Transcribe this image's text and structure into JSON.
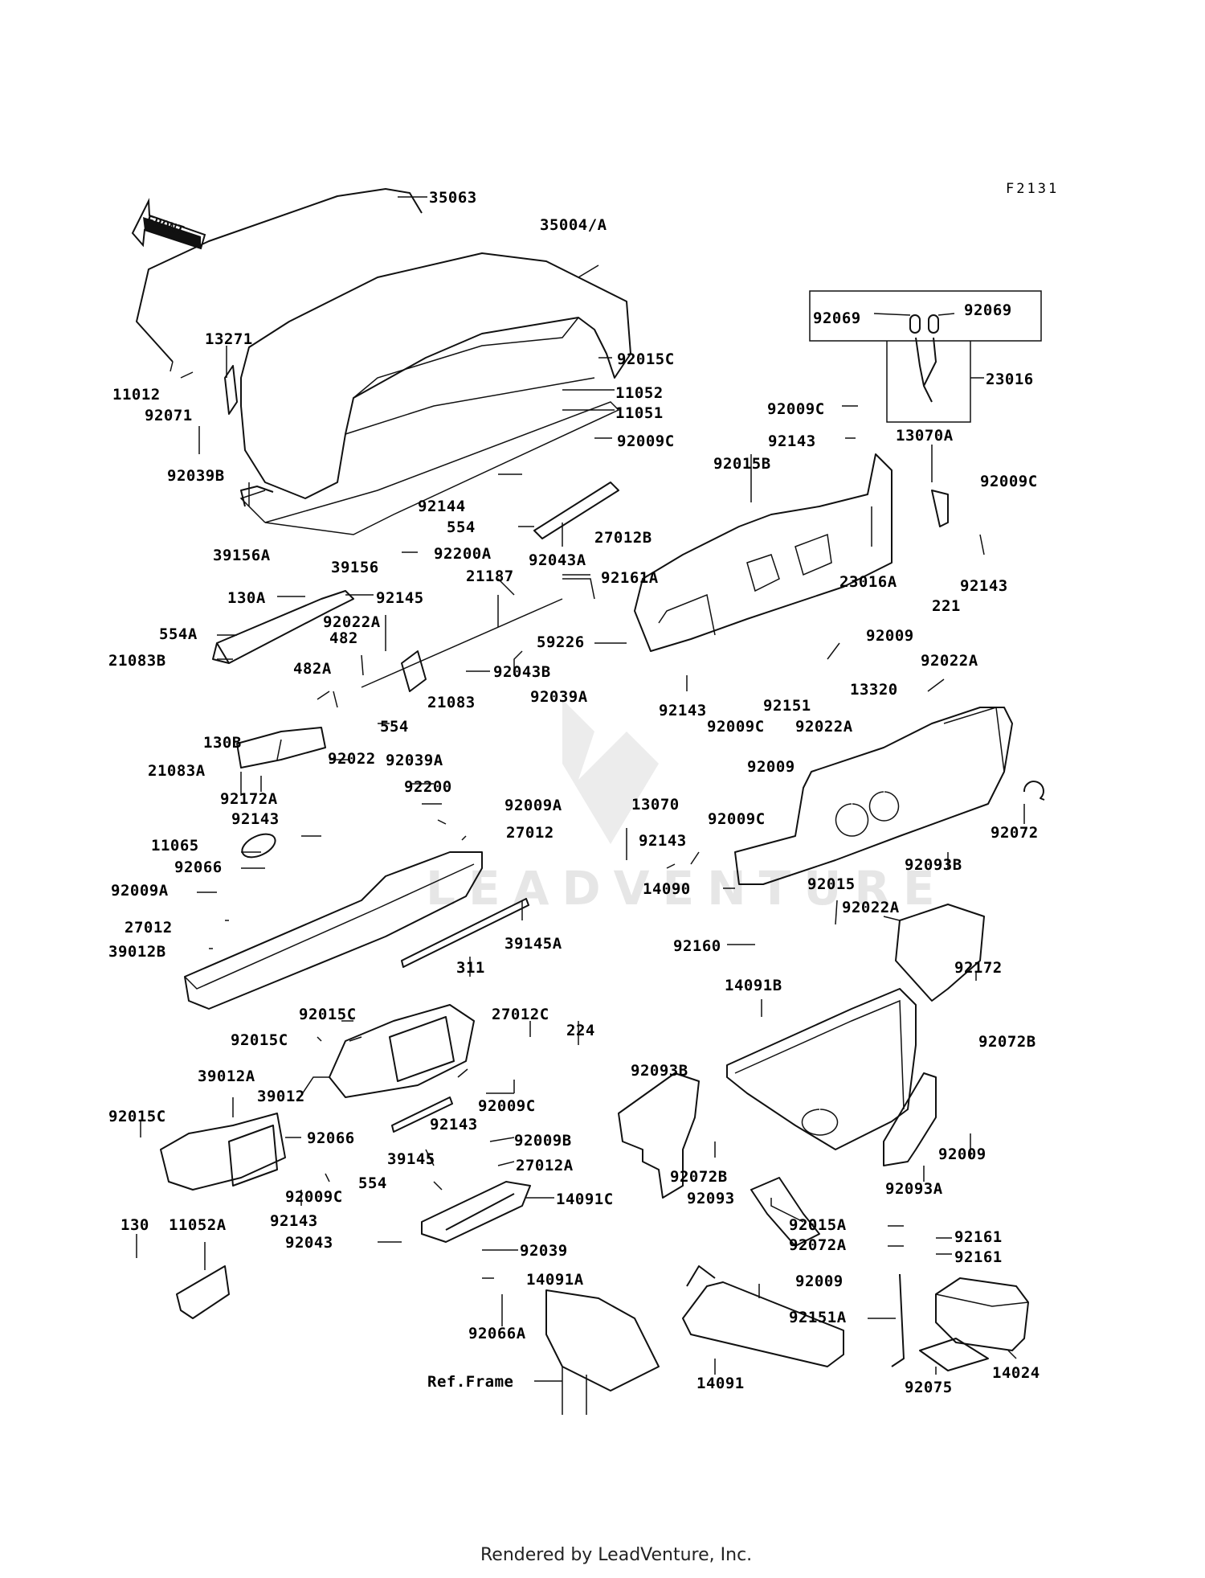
{
  "diagram_code": "F2131",
  "front_arrow_label": "FRONT",
  "watermark": "LEADVENTURE",
  "footer": "Rendered by LeadVenture, Inc.",
  "callouts": [
    {
      "id": "35063",
      "label": "35063"
    },
    {
      "id": "35004A",
      "label": "35004/A"
    },
    {
      "id": "13271",
      "label": "13271"
    },
    {
      "id": "11012",
      "label": "11012"
    },
    {
      "id": "92071",
      "label": "92071"
    },
    {
      "id": "92039B",
      "label": "92039B"
    },
    {
      "id": "92015C-top",
      "label": "92015C"
    },
    {
      "id": "11052",
      "label": "11052"
    },
    {
      "id": "11051",
      "label": "11051"
    },
    {
      "id": "92009C-a",
      "label": "92009C"
    },
    {
      "id": "92009C-b",
      "label": "92009C"
    },
    {
      "id": "92069-l",
      "label": "92069"
    },
    {
      "id": "92069-r",
      "label": "92069"
    },
    {
      "id": "23016",
      "label": "23016"
    },
    {
      "id": "92143-a",
      "label": "92143"
    },
    {
      "id": "13070A",
      "label": "13070A"
    },
    {
      "id": "92015B",
      "label": "92015B"
    },
    {
      "id": "92009C-c",
      "label": "92009C"
    },
    {
      "id": "92144",
      "label": "92144"
    },
    {
      "id": "554-a",
      "label": "554"
    },
    {
      "id": "27012B",
      "label": "27012B"
    },
    {
      "id": "39156A",
      "label": "39156A"
    },
    {
      "id": "92200A",
      "label": "92200A"
    },
    {
      "id": "92043A",
      "label": "92043A"
    },
    {
      "id": "39156",
      "label": "39156"
    },
    {
      "id": "21187",
      "label": "21187"
    },
    {
      "id": "92161A",
      "label": "92161A"
    },
    {
      "id": "23016A",
      "label": "23016A"
    },
    {
      "id": "221",
      "label": "221"
    },
    {
      "id": "92143-b",
      "label": "92143"
    },
    {
      "id": "130A",
      "label": "130A"
    },
    {
      "id": "92145",
      "label": "92145"
    },
    {
      "id": "554A",
      "label": "554A"
    },
    {
      "id": "92022A-a",
      "label": "92022A"
    },
    {
      "id": "21083B",
      "label": "21083B"
    },
    {
      "id": "482",
      "label": "482"
    },
    {
      "id": "59226",
      "label": "59226"
    },
    {
      "id": "92009-a",
      "label": "92009"
    },
    {
      "id": "92022A-b",
      "label": "92022A"
    },
    {
      "id": "92043B",
      "label": "92043B"
    },
    {
      "id": "482A",
      "label": "482A"
    },
    {
      "id": "21083",
      "label": "21083"
    },
    {
      "id": "92039A-a",
      "label": "92039A"
    },
    {
      "id": "92143-c",
      "label": "92143"
    },
    {
      "id": "92151",
      "label": "92151"
    },
    {
      "id": "13320",
      "label": "13320"
    },
    {
      "id": "554-b",
      "label": "554"
    },
    {
      "id": "92009C-d",
      "label": "92009C"
    },
    {
      "id": "92022A-c",
      "label": "92022A"
    },
    {
      "id": "130B",
      "label": "130B"
    },
    {
      "id": "92022",
      "label": "92022"
    },
    {
      "id": "92039A-b",
      "label": "92039A"
    },
    {
      "id": "21083A",
      "label": "21083A"
    },
    {
      "id": "92009-b",
      "label": "92009"
    },
    {
      "id": "92200",
      "label": "92200"
    },
    {
      "id": "13070",
      "label": "13070"
    },
    {
      "id": "92009C-e",
      "label": "92009C"
    },
    {
      "id": "92072",
      "label": "92072"
    },
    {
      "id": "92172A",
      "label": "92172A"
    },
    {
      "id": "92009A-a",
      "label": "92009A"
    },
    {
      "id": "92143-d",
      "label": "92143"
    },
    {
      "id": "27012-a",
      "label": "27012"
    },
    {
      "id": "92143-e",
      "label": "92143"
    },
    {
      "id": "11065",
      "label": "11065"
    },
    {
      "id": "92066-a",
      "label": "92066"
    },
    {
      "id": "14090",
      "label": "14090"
    },
    {
      "id": "92015",
      "label": "92015"
    },
    {
      "id": "92093B-a",
      "label": "92093B"
    },
    {
      "id": "92009A-b",
      "label": "92009A"
    },
    {
      "id": "92022A-d",
      "label": "92022A"
    },
    {
      "id": "27012-b",
      "label": "27012"
    },
    {
      "id": "39012B",
      "label": "39012B"
    },
    {
      "id": "39145A",
      "label": "39145A"
    },
    {
      "id": "92160",
      "label": "92160"
    },
    {
      "id": "92172",
      "label": "92172"
    },
    {
      "id": "311",
      "label": "311"
    },
    {
      "id": "27012C",
      "label": "27012C"
    },
    {
      "id": "14091B",
      "label": "14091B"
    },
    {
      "id": "92015C-b",
      "label": "92015C"
    },
    {
      "id": "224",
      "label": "224"
    },
    {
      "id": "92072B-a",
      "label": "92072B"
    },
    {
      "id": "92015C-c",
      "label": "92015C"
    },
    {
      "id": "92093B-b",
      "label": "92093B"
    },
    {
      "id": "39012A",
      "label": "39012A"
    },
    {
      "id": "39012",
      "label": "39012"
    },
    {
      "id": "92015C-d",
      "label": "92015C"
    },
    {
      "id": "92143-f",
      "label": "92143"
    },
    {
      "id": "92009C-f",
      "label": "92009C"
    },
    {
      "id": "92009-c",
      "label": "92009"
    },
    {
      "id": "92066-b",
      "label": "92066"
    },
    {
      "id": "39145",
      "label": "39145"
    },
    {
      "id": "92009B",
      "label": "92009B"
    },
    {
      "id": "27012A",
      "label": "27012A"
    },
    {
      "id": "92072B-b",
      "label": "92072B"
    },
    {
      "id": "92093A",
      "label": "92093A"
    },
    {
      "id": "554-c",
      "label": "554"
    },
    {
      "id": "92009C-g",
      "label": "92009C"
    },
    {
      "id": "14091C",
      "label": "14091C"
    },
    {
      "id": "92093",
      "label": "92093"
    },
    {
      "id": "92143-g",
      "label": "92143"
    },
    {
      "id": "130",
      "label": "130"
    },
    {
      "id": "11052A",
      "label": "11052A"
    },
    {
      "id": "92043",
      "label": "92043"
    },
    {
      "id": "92039",
      "label": "92039"
    },
    {
      "id": "92015A",
      "label": "92015A"
    },
    {
      "id": "92161-a",
      "label": "92161"
    },
    {
      "id": "92072A",
      "label": "92072A"
    },
    {
      "id": "92161-b",
      "label": "92161"
    },
    {
      "id": "14091A",
      "label": "14091A"
    },
    {
      "id": "92009-d",
      "label": "92009"
    },
    {
      "id": "92151A",
      "label": "92151A"
    },
    {
      "id": "92066A",
      "label": "92066A"
    },
    {
      "id": "RefFrame",
      "label": "Ref.Frame"
    },
    {
      "id": "14091",
      "label": "14091"
    },
    {
      "id": "92075",
      "label": "92075"
    },
    {
      "id": "14024",
      "label": "14024"
    }
  ]
}
